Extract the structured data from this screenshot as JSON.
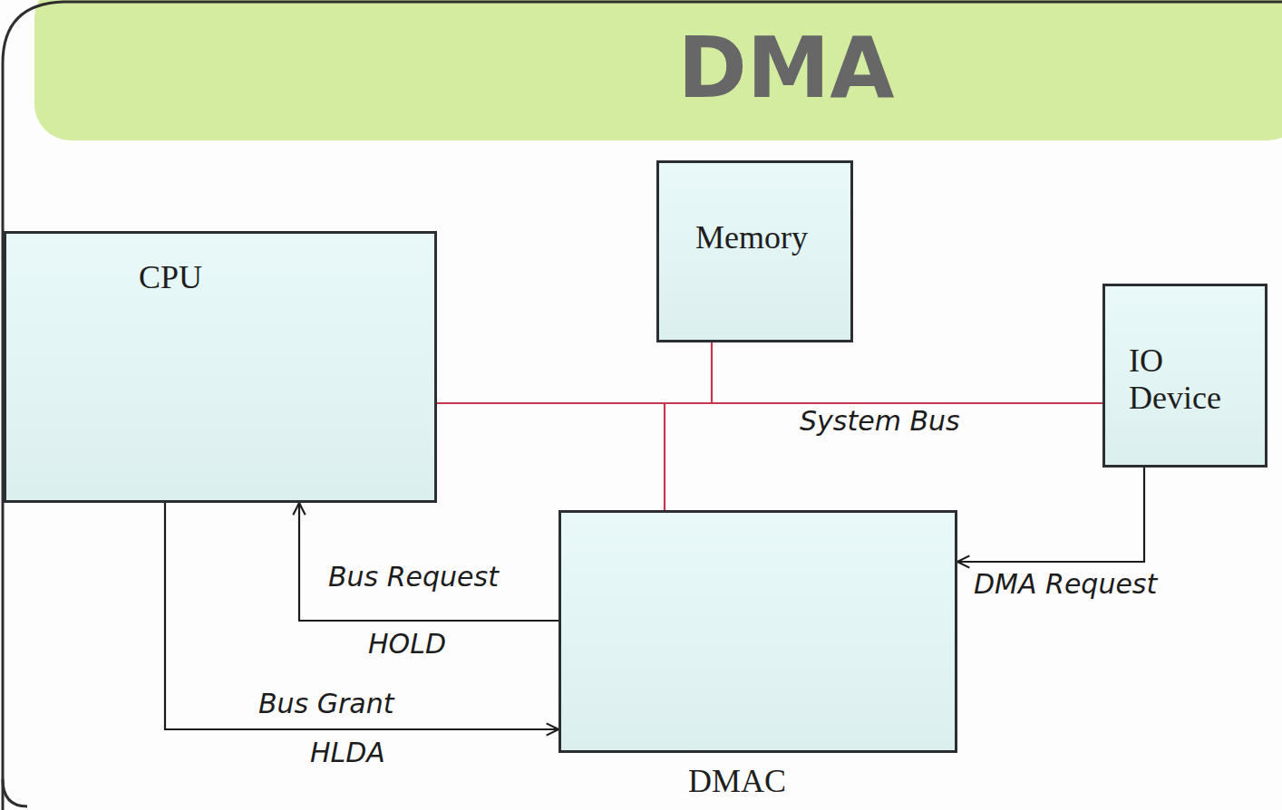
{
  "diagram": {
    "title": "DMA",
    "nodes": [
      {
        "text": [
          "CPU"
        ]
      },
      {
        "text": [
          "Memory"
        ]
      },
      {
        "text": [
          "IO Device"
        ]
      },
      {
        "text": [
          "DMAC"
        ]
      }
    ],
    "edges": [
      {
        "from": 0,
        "to": 1,
        "arrow": "none"
      },
      {
        "from": 0,
        "to": 2,
        "label": "System Bus",
        "arrow": "none"
      },
      {
        "from": 3,
        "to": 0,
        "arrow": "none"
      },
      {
        "from": 3,
        "to": 0,
        "label": "Bus Request",
        "arrow": "to"
      },
      {
        "from": 0,
        "to": 3,
        "label": "Bus Grant",
        "arrow": "to"
      },
      {
        "from": 2,
        "to": 3,
        "label": "DMA Request",
        "arrow": "to"
      }
    ],
    "labels": [
      "HOLD",
      "HLDA"
    ]
  }
}
